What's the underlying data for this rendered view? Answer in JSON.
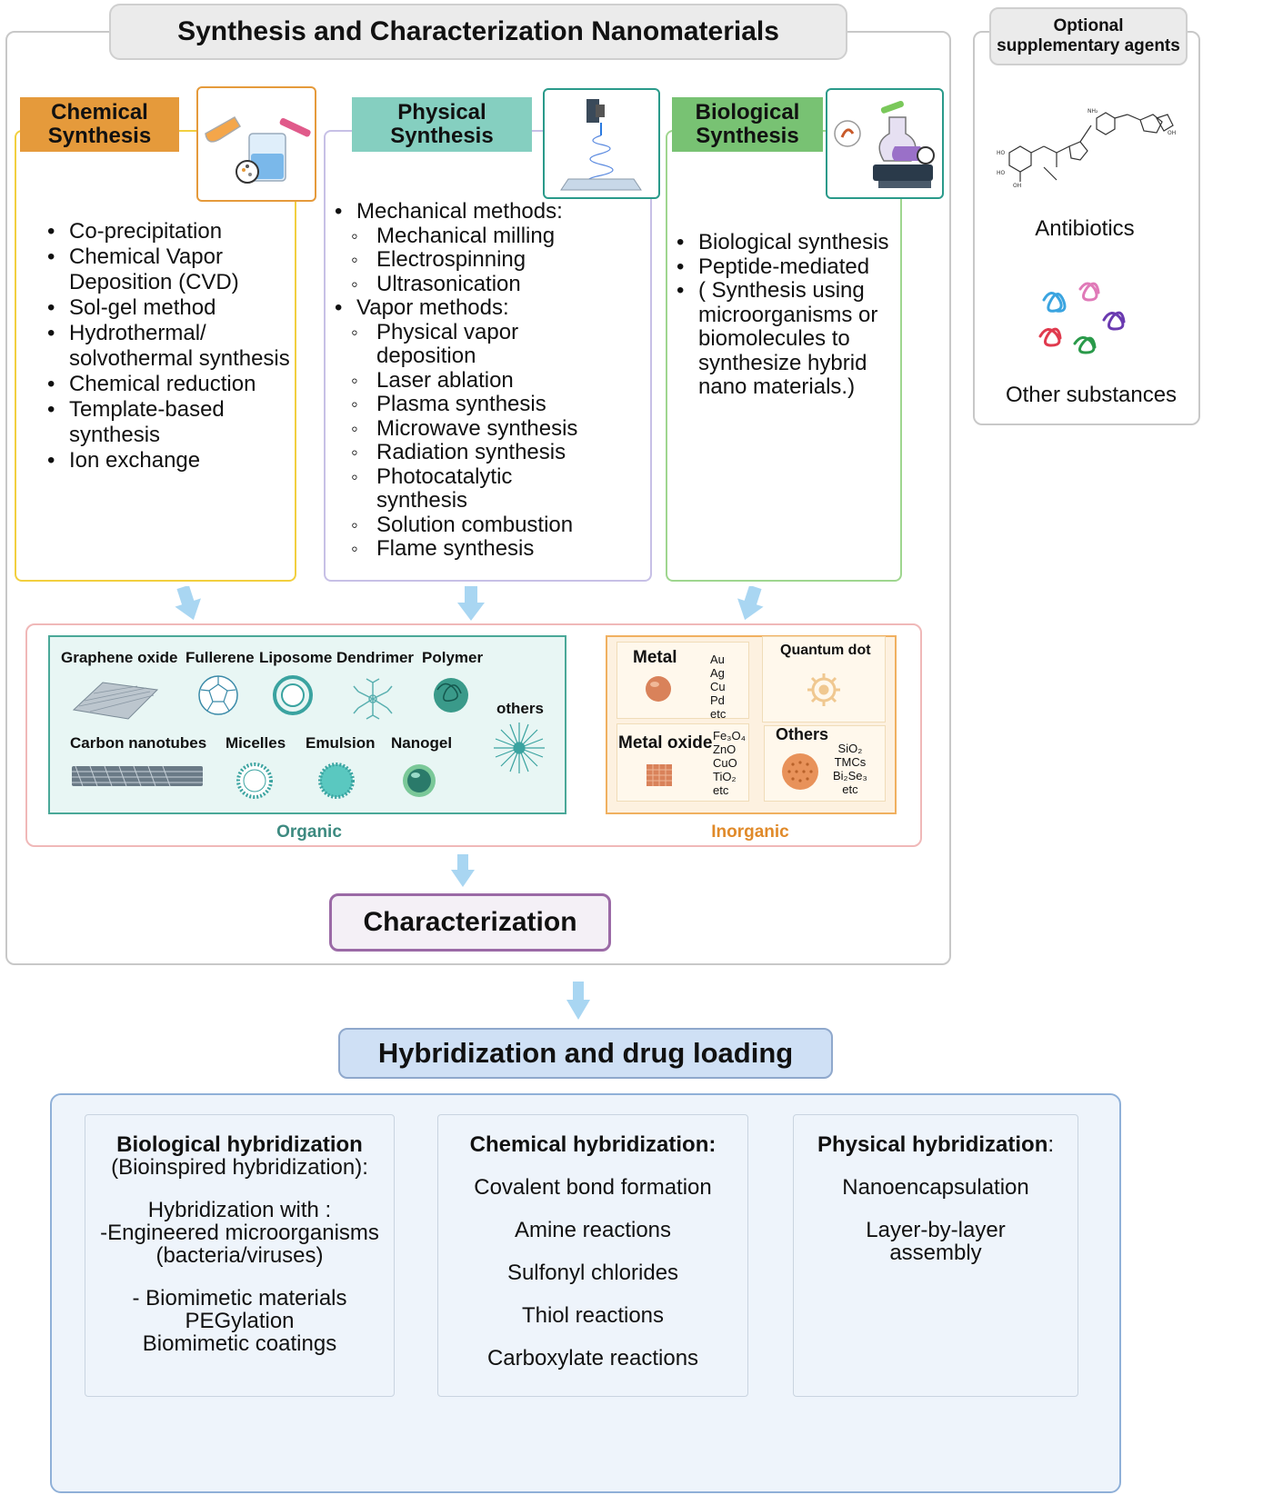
{
  "header": {
    "title": "Synthesis and Characterization Nanomaterials"
  },
  "optional": {
    "title_line1": "Optional",
    "title_line2": "supplementary agents",
    "antibiotics": "Antibiotics",
    "other_substances": "Other substances"
  },
  "chemical": {
    "title_line1": "Chemical",
    "title_line2": "Synthesis",
    "items": [
      "Co-precipitation",
      "Chemical Vapor Deposition (CVD)",
      "Sol-gel method",
      "Hydrothermal/ solvothermal synthesis",
      "Chemical reduction",
      "Template-based synthesis",
      "Ion exchange"
    ]
  },
  "physical": {
    "title_line1": "Physical",
    "title_line2": "Synthesis",
    "mechanical_heading": "Mechanical methods:",
    "mechanical_items": [
      "Mechanical milling",
      "Electrospinning",
      "Ultrasonication"
    ],
    "vapor_heading": "Vapor methods:",
    "vapor_items": [
      "Physical vapor deposition",
      "Laser ablation",
      "Plasma synthesis",
      "Microwave synthesis",
      "Radiation synthesis",
      "Photocatalytic synthesis",
      "Solution combustion",
      "Flame synthesis"
    ]
  },
  "biological": {
    "title_line1": "Biological",
    "title_line2": "Synthesis",
    "items": [
      "Biological synthesis",
      "Peptide-mediated",
      "( Synthesis using microorganisms or biomolecules to synthesize hybrid nano materials.)"
    ]
  },
  "organic": {
    "label": "Organic",
    "graphene_oxide": "Graphene oxide",
    "fullerene": "Fullerene",
    "liposome": "Liposome",
    "dendrimer": "Dendrimer",
    "polymer": "Polymer",
    "others": "others",
    "carbon_nanotubes": "Carbon nanotubes",
    "micelles": "Micelles",
    "emulsion": "Emulsion",
    "nanogel": "Nanogel"
  },
  "inorganic": {
    "label": "Inorganic",
    "metal": "Metal",
    "metal_elements": [
      "Au",
      "Ag",
      "Cu",
      "Pd",
      "etc"
    ],
    "quantum_dot": "Quantum dot",
    "metal_oxide": "Metal oxide",
    "oxide_elements": [
      "Fe₃O₄",
      "ZnO",
      "CuO",
      "TiO₂",
      "etc"
    ],
    "others": "Others",
    "others_elements": [
      "SiO₂",
      "TMCs",
      "Bi₂Se₃",
      "etc"
    ]
  },
  "characterization": {
    "label": "Characterization"
  },
  "hybridization": {
    "title": "Hybridization and drug loading",
    "biological": {
      "heading": "Biological hybridization",
      "subheading": "(Bioinspired hybridization):",
      "line1": "Hybridization with :",
      "line2": "-Engineered microorganisms",
      "line3": "(bacteria/viruses)",
      "line4": "- Biomimetic materials",
      "line5": "PEGylation",
      "line6": "Biomimetic coatings"
    },
    "chemical": {
      "heading": "Chemical hybridization:",
      "items": [
        "Covalent bond formation",
        "Amine reactions",
        "Sulfonyl chlorides",
        "Thiol reactions",
        "Carboxylate reactions"
      ]
    },
    "physical": {
      "heading": "Physical hybridization",
      "heading_suffix": ":",
      "items": [
        "Nanoencapsulation",
        "Layer-by-layer assembly"
      ]
    }
  },
  "colors": {
    "chemical": "#e59a3b",
    "physical": "#85cfc0",
    "biological": "#78c273",
    "organic_text": "#3d8a80",
    "inorganic_text": "#e08a2a",
    "characterization_border": "#9b6aa6",
    "hybrid_fill": "#cfe0f5",
    "arrow": "#a9d6f2"
  }
}
